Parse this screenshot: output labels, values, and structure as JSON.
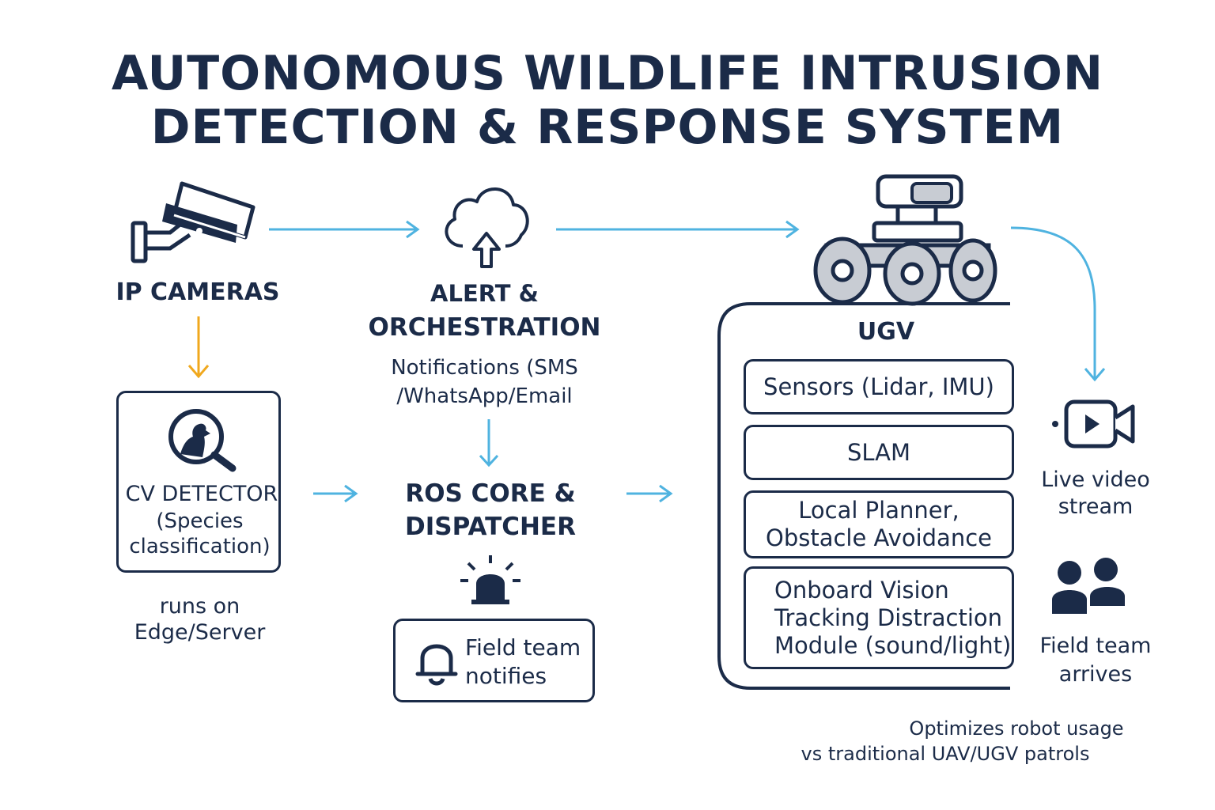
{
  "title": {
    "line1": "AUTONOMOUS WILDLIFE INTRUSION",
    "line2": "DETECTION & RESPONSE SYSTEM"
  },
  "ip_cameras": {
    "label": "IP CAMERAS"
  },
  "cv_detector": {
    "line1": "CV DETECTOR",
    "line2": "(Species",
    "line3": "classification)",
    "note_line1": "runs on",
    "note_line2": "Edge/Server"
  },
  "alert": {
    "label_line1": "ALERT &",
    "label_line2": "ORCHESTRATION",
    "note_line1": "Notifications (SMS",
    "note_line2": "/WhatsApp/Email"
  },
  "ros": {
    "label_line1": "ROS CORE &",
    "label_line2": "DISPATCHER"
  },
  "field_team_notifies": {
    "line1": "Field team",
    "line2": "notifies"
  },
  "ugv": {
    "title": "UGV",
    "items": [
      {
        "line1": "Sensors (Lidar, IMU)"
      },
      {
        "line1": "SLAM"
      },
      {
        "line1": "Local Planner,",
        "line2": "Obstacle Avoidance"
      },
      {
        "line1": "Onboard Vision",
        "line2": "Tracking Distraction",
        "line3": "Module (sound/light)"
      }
    ]
  },
  "live_video": {
    "line1": "Live video",
    "line2": "stream"
  },
  "field_team_arrives": {
    "line1": "Field team",
    "line2": "arrives"
  },
  "footer": {
    "line1": "Optimizes robot usage",
    "line2": "vs traditional UAV/UGV patrols"
  },
  "colors": {
    "navy": "#1b2b48",
    "blue_arrow": "#4fb3e0",
    "orange_arrow": "#f0a81e",
    "grey": "#c8ccd3"
  },
  "icons": [
    "security-camera-icon",
    "cloud-upload-icon",
    "search-animal-icon",
    "alarm-bell-icon",
    "bell-icon",
    "robot-rover-icon",
    "video-camera-icon",
    "people-icon"
  ]
}
